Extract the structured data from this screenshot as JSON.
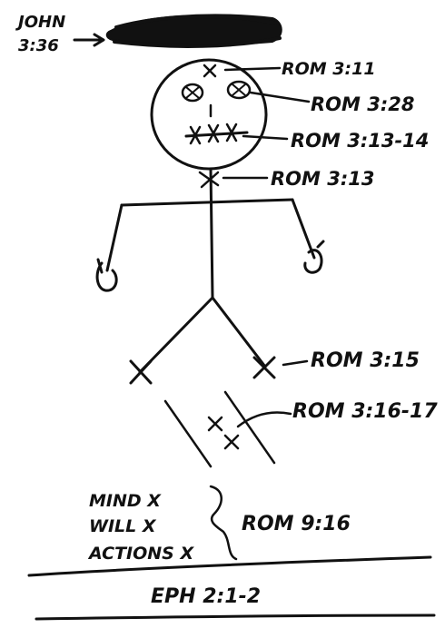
{
  "colors": {
    "ink": "#111111",
    "paper": "#ffffff"
  },
  "header": {
    "ref_line1": "JOHN",
    "ref_line2": "3:36"
  },
  "labels": {
    "eyebrow": "ROM 3:11",
    "eyes": "ROM 3:28",
    "mouth": "ROM 3:13-14",
    "throat": "ROM 3:13",
    "feet": "ROM 3:15",
    "path": "ROM 3:16-17"
  },
  "faculties": {
    "items": [
      "MIND X",
      "WILL X",
      "ACTIONS X"
    ],
    "reference": "ROM 9:16"
  },
  "footer": {
    "reference": "EPH 2:1-2"
  }
}
